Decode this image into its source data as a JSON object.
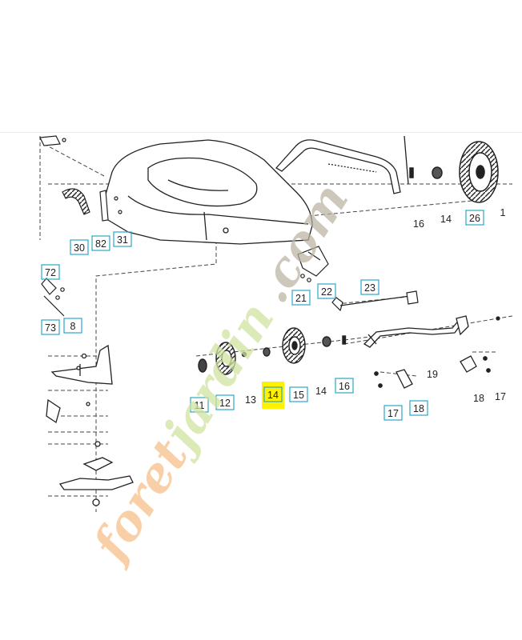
{
  "diagram": {
    "part_numbers": {
      "p1": "1",
      "p8": "8",
      "p11": "11",
      "p12": "12",
      "p13": "13",
      "p14_left": "14",
      "p14_right": "14",
      "p15": "15",
      "p16_left": "16",
      "p16_right": "16",
      "p17_left": "17",
      "p17_right": "17",
      "p18_left": "18",
      "p18_right": "18",
      "p19": "19",
      "p21": "21",
      "p22": "22",
      "p23": "23",
      "p26": "26",
      "p30": "30",
      "p31": "31",
      "p72": "72",
      "p73": "73",
      "p82": "82"
    },
    "highlighted_part": "14"
  },
  "watermark": {
    "text_part1": "foret",
    "text_part2": "jardin",
    "text_part3": ".com"
  },
  "colors": {
    "line": "#2a2a2a",
    "label_box": "#2aa6c8",
    "highlight": "#fff200",
    "watermark_orange": "#f6c08a",
    "watermark_green": "#cfe3a0",
    "watermark_dark": "#b8b0a0"
  }
}
